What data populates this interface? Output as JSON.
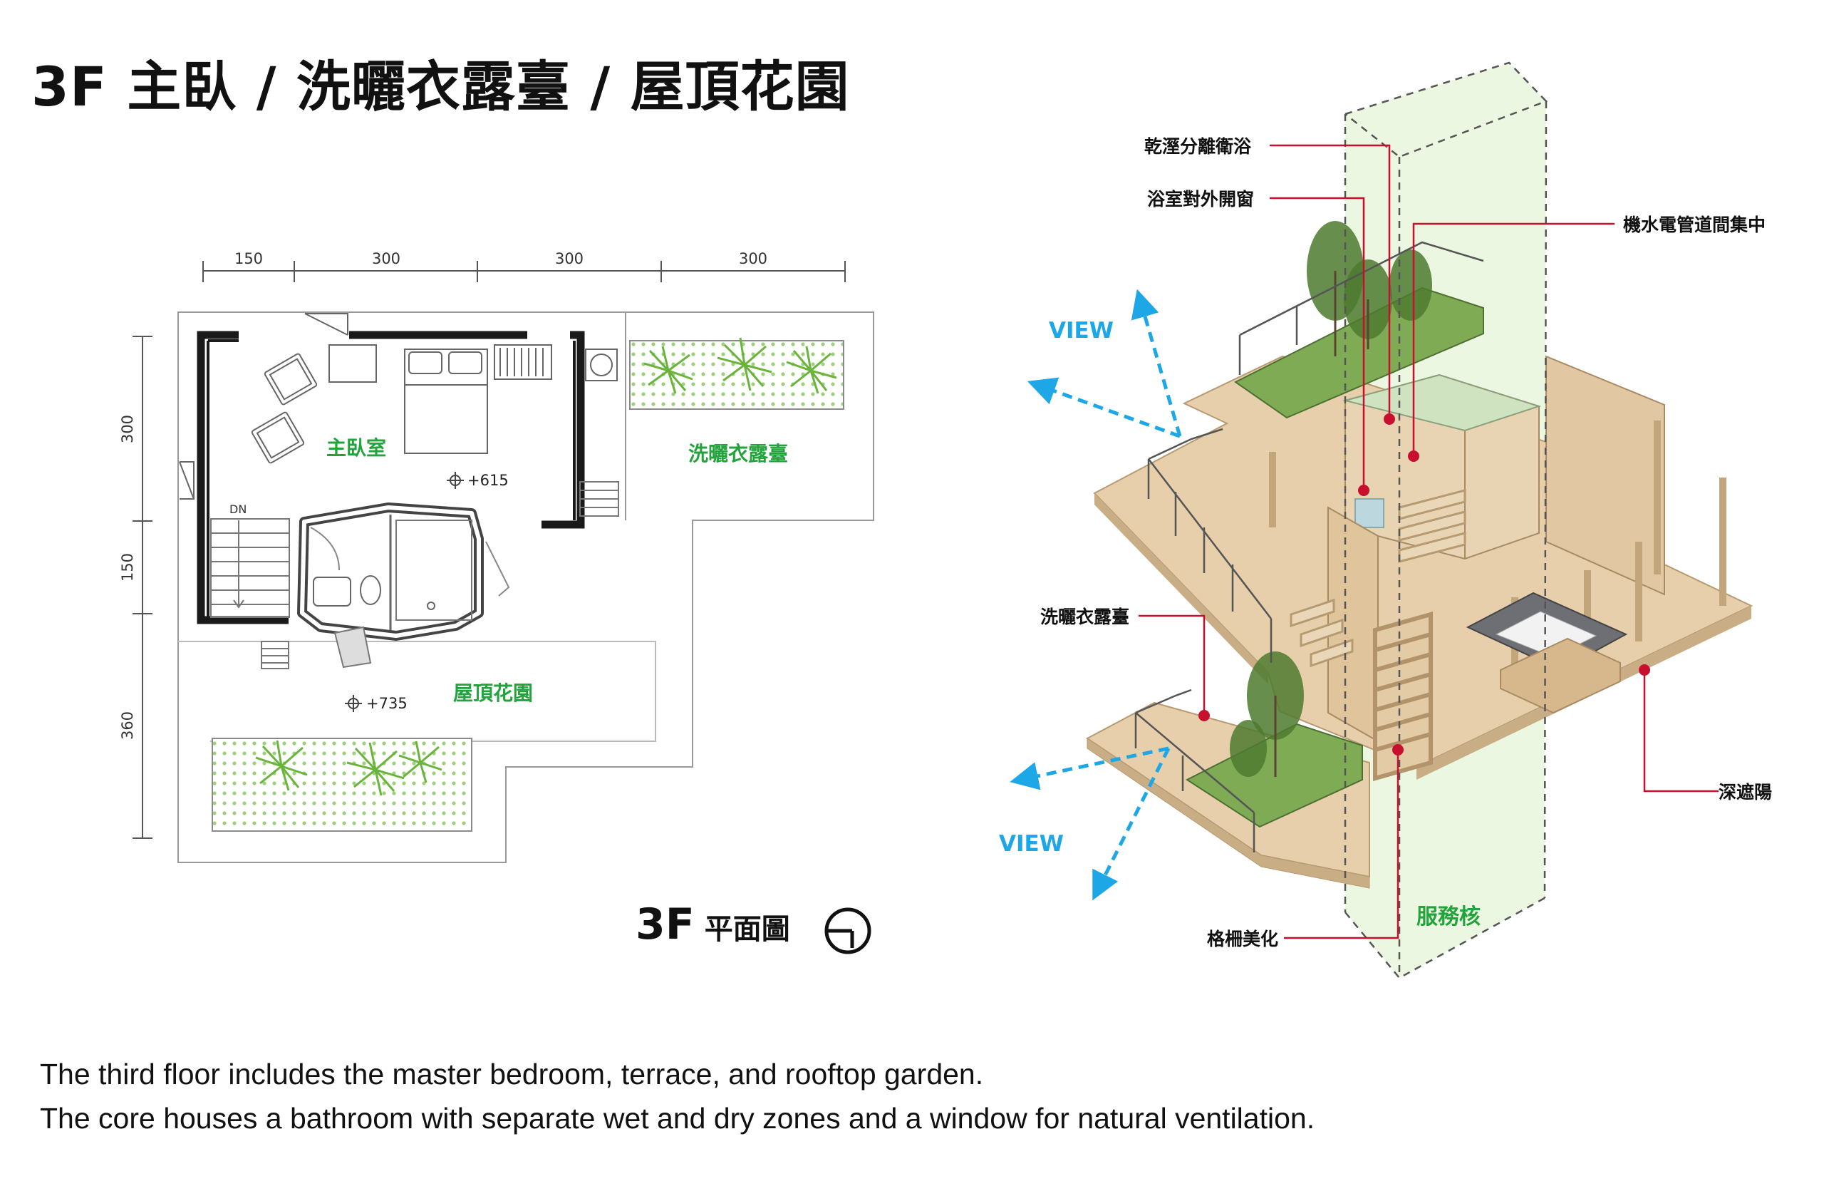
{
  "page_title": "3F 主臥 / 洗曬衣露臺 / 屋頂花園",
  "floor_plan": {
    "caption_level": "3F",
    "caption_text": "平面圖",
    "dim_top": [
      "150",
      "300",
      "300",
      "300"
    ],
    "dim_left": [
      "300",
      "150",
      "360"
    ],
    "rooms": {
      "master_bedroom": "主臥室",
      "laundry_terrace": "洗曬衣露臺",
      "roof_garden": "屋頂花園"
    },
    "stair_label": "DN",
    "levels": [
      "+615",
      "+735"
    ]
  },
  "axonometric": {
    "callouts": {
      "dry_wet_bath": "乾溼分離衛浴",
      "bath_window": "浴室對外開窗",
      "mep_shaft": "機水電管道間集中",
      "laundry_terrace": "洗曬衣露臺",
      "deep_shade": "深遮陽",
      "grille": "格柵美化"
    },
    "view_label": "VIEW",
    "core_label": "服務核"
  },
  "description": [
    "The third floor includes the master bedroom, terrace, and rooftop garden.",
    "The core houses a bathroom with separate wet and dry zones and a window for natural ventilation."
  ],
  "colors": {
    "room_label": "#22a33c",
    "view_arrow": "#1ea7e6",
    "callout": "#c8102e",
    "wood": "#e6cfaa",
    "core_glass": "#dcf1c8"
  }
}
